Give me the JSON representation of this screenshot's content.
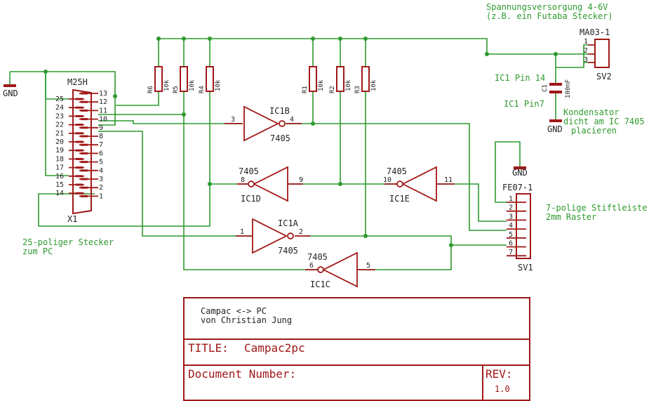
{
  "power": {
    "title_line1": "Spannungsversorgung 4-6V",
    "title_line2": "(z.B. ein Futaba Stecker)",
    "connector_name": "MA03-1",
    "connector_ref": "SV2",
    "pins": [
      "1",
      "2",
      "3"
    ]
  },
  "capacitor": {
    "name": "C1",
    "value": "100nF",
    "pin14_label": "IC1 Pin 14",
    "pin7_label": "IC1 Pin7",
    "note_line1": "Kondensator",
    "note_line2": "dicht am IC 7405",
    "note_line3": "placieren"
  },
  "gnd_label": "GND",
  "resistors": [
    {
      "name": "R6",
      "value": "10k"
    },
    {
      "name": "R5",
      "value": "10k"
    },
    {
      "name": "R4",
      "value": "10k"
    },
    {
      "name": "R1",
      "value": "10k"
    },
    {
      "name": "R2",
      "value": "10k"
    },
    {
      "name": "R3",
      "value": "10k"
    }
  ],
  "dsub": {
    "name": "M25H",
    "ref": "X1",
    "left_pins": [
      "25",
      "24",
      "23",
      "22",
      "21",
      "20",
      "19",
      "18",
      "17",
      "16",
      "15",
      "14"
    ],
    "right_pins": [
      "13",
      "12",
      "11",
      "10",
      "9",
      "8",
      "7",
      "6",
      "5",
      "4",
      "3",
      "2",
      "1"
    ],
    "caption_line1": "25-poliger Stecker",
    "caption_line2": "zum PC"
  },
  "gates": {
    "IC1B": {
      "label": "IC1B",
      "type": "7405",
      "in_pin": "3",
      "out_pin": "4"
    },
    "IC1D": {
      "label": "IC1D",
      "type": "7405",
      "in_pin": "9",
      "out_pin": "8"
    },
    "IC1E": {
      "label": "IC1E",
      "type": "7405",
      "in_pin": "11",
      "out_pin": "10"
    },
    "IC1A": {
      "label": "IC1A",
      "type": "7405",
      "in_pin": "1",
      "out_pin": "2"
    },
    "IC1C": {
      "label": "IC1C",
      "type": "7405",
      "in_pin": "5",
      "out_pin": "6"
    }
  },
  "header": {
    "name": "FE07-1",
    "ref": "SV1",
    "pins": [
      "1",
      "2",
      "3",
      "4",
      "5",
      "6",
      "7"
    ],
    "caption_line1": "7-polige Stiftleiste",
    "caption_line2": "2mm Raster"
  },
  "title_block": {
    "line1": "Campac <-> PC",
    "line2": "von Christian Jung",
    "title_label": "TITLE:",
    "title_value": "Campac2pc",
    "doc_label": "Document Number:",
    "rev_label": "REV:",
    "rev_value": "1.0"
  }
}
